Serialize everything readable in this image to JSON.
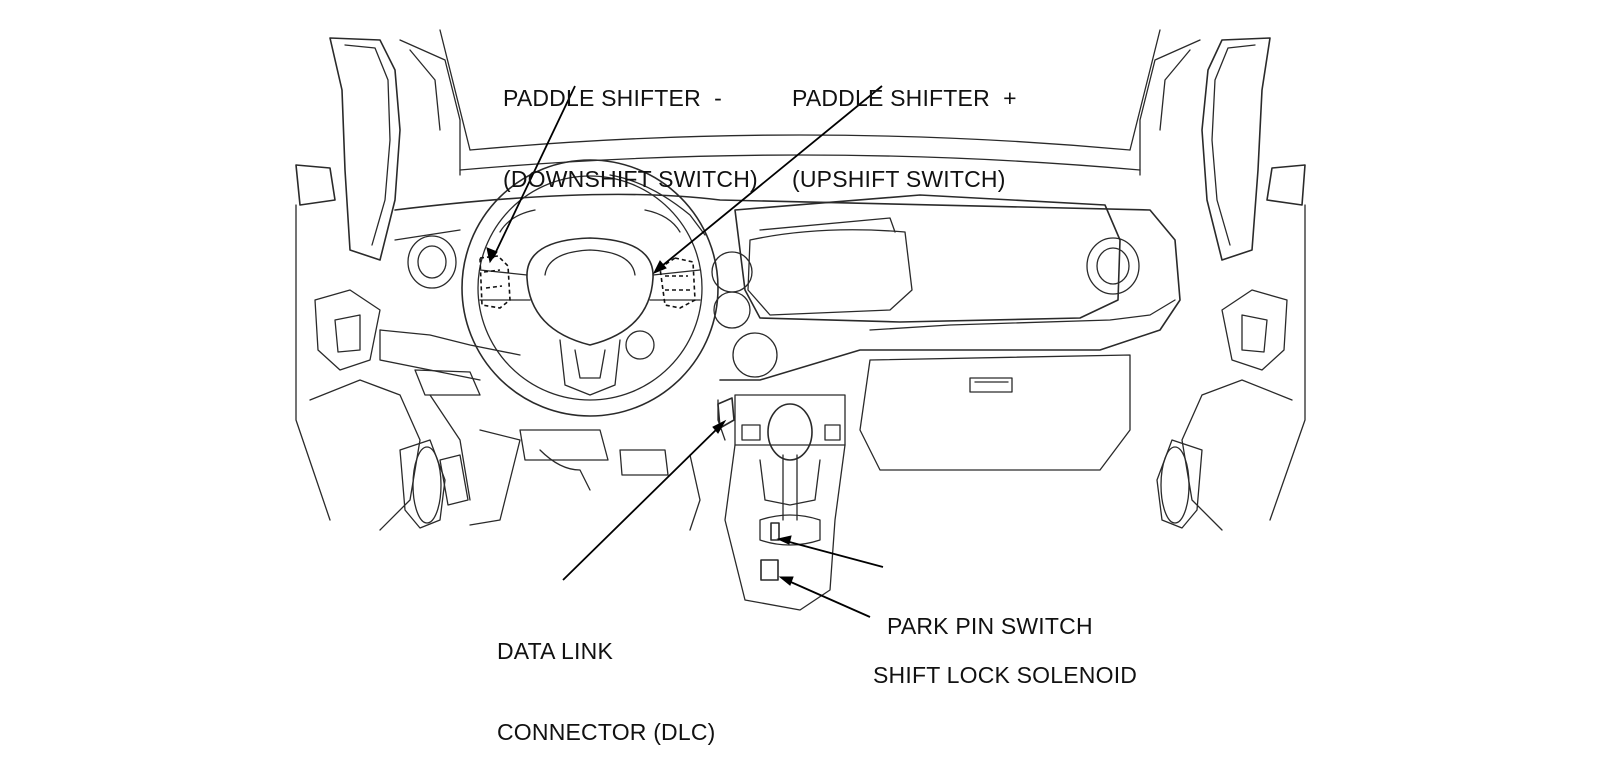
{
  "labels": {
    "paddle_minus": {
      "line1": "PADDLE SHIFTER  -",
      "line2": "(DOWNSHIFT SWITCH)"
    },
    "paddle_plus": {
      "line1": "PADDLE SHIFTER  +",
      "line2": "(UPSHIFT SWITCH)"
    },
    "dlc": {
      "line1": "DATA LINK",
      "line2": "CONNECTOR (DLC)"
    },
    "park_pin": {
      "line1": "PARK PIN SWITCH"
    },
    "shift_lock": {
      "line1": "SHIFT LOCK SOLENOID"
    }
  },
  "colors": {
    "line": "#2a2a2a",
    "text": "#111111",
    "background": "#ffffff"
  }
}
